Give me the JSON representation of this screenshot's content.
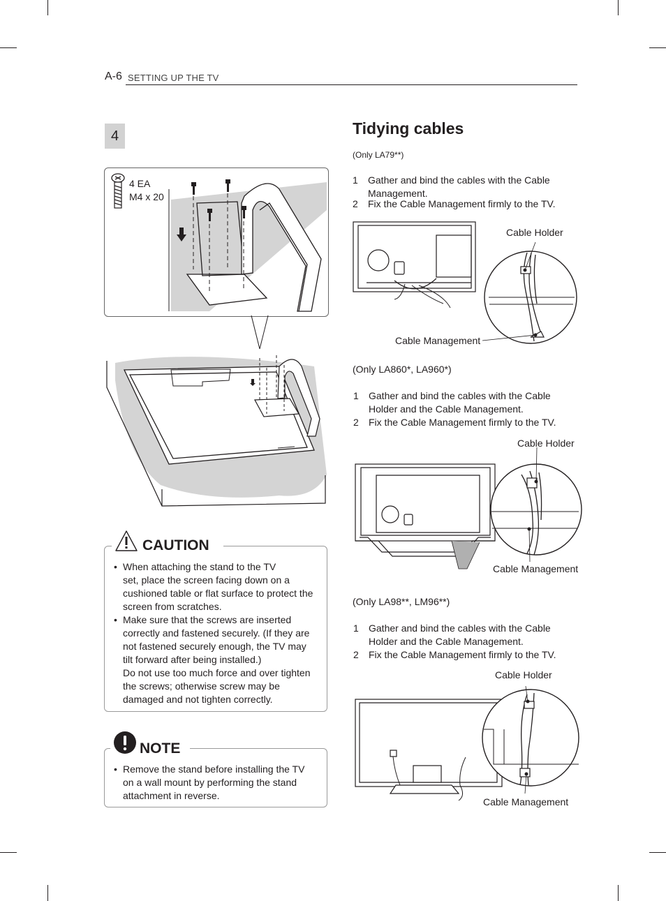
{
  "header": {
    "page": "A-6",
    "section": "SETTING UP THE TV"
  },
  "step_number": "4",
  "screw": {
    "qty": "4 EA",
    "size": "M4 x 20"
  },
  "caution": {
    "title": "CAUTION",
    "items": [
      [
        "When attaching the stand to the TV",
        "set, place the screen facing down on a",
        "cushioned table or flat surface to protect the",
        "screen from scratches."
      ],
      [
        "Make sure that the screws are inserted",
        "correctly and fastened securely. (If they are",
        "not fastened securely enough, the TV may",
        "tilt forward after being installed.)",
        "Do not use too much force and over tighten",
        "the screws; otherwise screw may be",
        "damaged and not tighten correctly."
      ]
    ]
  },
  "note": {
    "title": "NOTE",
    "items": [
      [
        "Remove the stand before installing the TV",
        "on a wall mount by performing the stand",
        "attachment in reverse."
      ]
    ]
  },
  "tidying": {
    "title": "Tidying cables",
    "sections": [
      {
        "model": "(Only  LA79**)",
        "steps": [
          {
            "num": "1",
            "lines": [
              "Gather and bind the cables with the Cable",
              "Management."
            ]
          },
          {
            "num": "2",
            "lines": [
              "Fix the Cable Management firmly to the TV."
            ]
          }
        ],
        "holder_label": "Cable Holder",
        "management_label": "Cable Management"
      },
      {
        "model": "(Only LA860*, LA960*)",
        "steps": [
          {
            "num": "1",
            "lines": [
              "Gather and bind the cables with the Cable",
              "Holder and the Cable Management."
            ]
          },
          {
            "num": "2",
            "lines": [
              "Fix the Cable Management firmly to the TV."
            ]
          }
        ],
        "holder_label": "Cable Holder",
        "management_label": "Cable Management"
      },
      {
        "model": "(Only LA98**, LM96**)",
        "steps": [
          {
            "num": "1",
            "lines": [
              "Gather and bind the cables with the Cable",
              "Holder and the Cable Management."
            ]
          },
          {
            "num": "2",
            "lines": [
              "Fix the Cable Management firmly to the TV."
            ]
          }
        ],
        "holder_label": "Cable Holder",
        "management_label": "Cable Management"
      }
    ]
  }
}
